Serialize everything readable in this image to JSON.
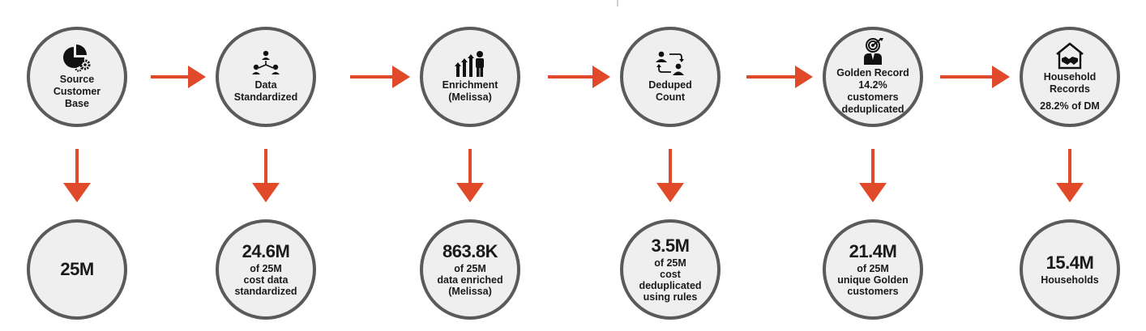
{
  "colors": {
    "arrow": "#e04a2a",
    "circle_fill": "#efefef",
    "circle_border": "#5a5a5a",
    "text": "#1a1a1a"
  },
  "steps": [
    {
      "label": "Source\nCustomer\nBase",
      "icon": "pie-chart-gears-icon"
    },
    {
      "label": "Data\nStandardized",
      "icon": "org-network-icon"
    },
    {
      "label": "Enrichment\n(Melissa)",
      "icon": "growth-person-icon"
    },
    {
      "label": "Deduped\nCount",
      "icon": "user-exchange-icon"
    },
    {
      "label": "Golden Record\n14.2%\ncustomers\ndeduplicated",
      "icon": "target-person-icon"
    },
    {
      "label": "Household Records",
      "sub": "28.2% of DM",
      "icon": "house-handshake-icon"
    }
  ],
  "stats": [
    {
      "value": "25M",
      "desc": ""
    },
    {
      "value": "24.6M",
      "desc": "of 25M\ncost data\nstandardized"
    },
    {
      "value": "863.8K",
      "desc": "of 25M\ndata enriched\n(Melissa)"
    },
    {
      "value": "3.5M",
      "desc": "of 25M\ncost\ndeduplicated\nusing rules"
    },
    {
      "value": "21.4M",
      "desc": "of 25M\nunique Golden\ncustomers"
    },
    {
      "value": "15.4M",
      "desc": "Households"
    }
  ]
}
